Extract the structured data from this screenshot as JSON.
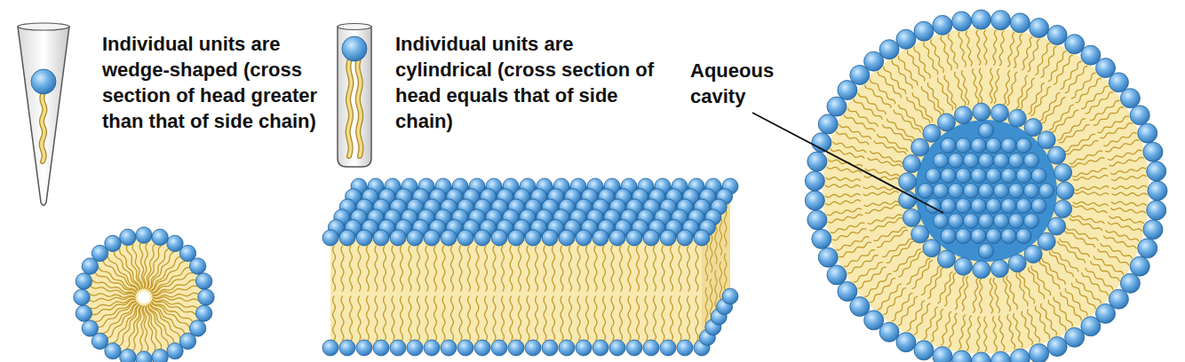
{
  "diagram": {
    "labels": [
      "Individual units are wedge-shaped (cross section of head greater than that of side chain)",
      "Individual units are cylindrical (cross section of head equals that of side chain)",
      "Aqueous cavity"
    ]
  }
}
